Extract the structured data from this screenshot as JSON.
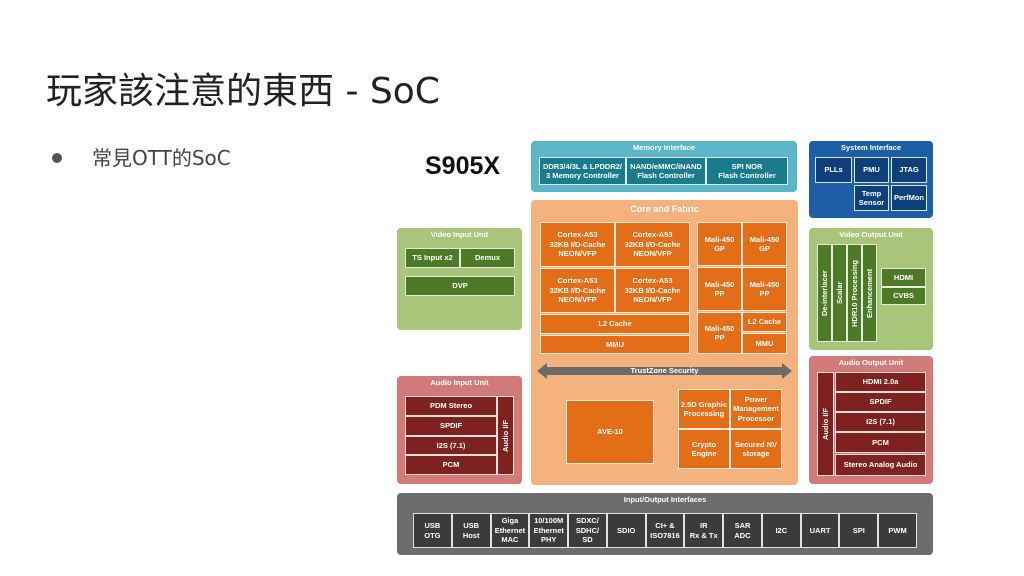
{
  "slide": {
    "title": "玩家該注意的東西 - SoC",
    "bullet": "常見OTT的SoC",
    "chip_name": "S905X"
  },
  "diagram": {
    "memory_interface": {
      "title": "Memory Interface",
      "items": [
        "DDR3/4/3L & LPDDR2/\n3 Memory Controller",
        "NAND/eMMC/iNAND\nFlash Controller",
        "SPI NOR\nFlash Controller"
      ]
    },
    "system_interface": {
      "title": "System Interface",
      "items": [
        "PLLs",
        "PMU",
        "JTAG",
        "Temp\nSensor",
        "PerfMon"
      ]
    },
    "video_input": {
      "title": "Video Input Unit",
      "items": [
        "TS Input x2",
        "Demux",
        "DVP"
      ]
    },
    "core_fabric": {
      "title": "Core and Fabric",
      "cpu": [
        "Cortex-A53\n32KB I/D-Cache\nNEON/VFP",
        "Cortex-A53\n32KB I/D-Cache\nNEON/VFP",
        "Cortex-A53\n32KB I/D-Cache\nNEON/VFP",
        "Cortex-A53\n32KB I/D-Cache\nNEON/VFP"
      ],
      "l2_cache": "L2 Cache",
      "mmu": "MMU",
      "gpu": [
        "Mali-450\nGP",
        "Mali-450\nGP",
        "Mali-450\nPP",
        "Mali-450\nPP",
        "Mali-450\nPP"
      ],
      "gpu_l2": "L2 Cache",
      "gpu_mmu": "MMU",
      "trustzone": "TrustZone Security",
      "ave": "AVE-10",
      "graphic": "2.5D Graphic\nProcessing",
      "power": "Power\nManagement\nProcessor",
      "crypto": "Crypto\nEngine",
      "secure": "Secured NV\nstorage"
    },
    "video_output": {
      "title": "Video Output Unit",
      "vertical": [
        "De-interlacer",
        "Scalar",
        "HDR10 Processing",
        "Enhancement"
      ],
      "items": [
        "HDMI",
        "CVBS"
      ]
    },
    "audio_input": {
      "title": "Audio Input Unit",
      "items": [
        "PDM Stereo",
        "SPDIF",
        "I2S (7.1)",
        "PCM"
      ],
      "side": "Audio I/F"
    },
    "audio_output": {
      "title": "Audio Output Unit",
      "side": "Audio I/F",
      "items": [
        "HDMI 2.0a",
        "SPDIF",
        "I2S (7.1)",
        "PCM",
        "Stereo Analog Audio"
      ]
    },
    "io": {
      "title": "Input/Output Interfaces",
      "items": [
        "USB\nOTG",
        "USB\nHost",
        "Giga\nEthernet\nMAC",
        "10/100M\nEthernet\nPHY",
        "SDXC/\nSDHC/\nSD",
        "SDIO",
        "CI+ &\nISO7816",
        "IR\nRx & Tx",
        "SAR\nADC",
        "I2C",
        "UART",
        "SPI",
        "PWM"
      ]
    }
  },
  "colors": {
    "memory": "#5bb6c9",
    "system": "#1d5ea8",
    "video": "#a8c57a",
    "core": "#f4b27e",
    "audio": "#d27a7a",
    "io": "#6d6d6d"
  }
}
